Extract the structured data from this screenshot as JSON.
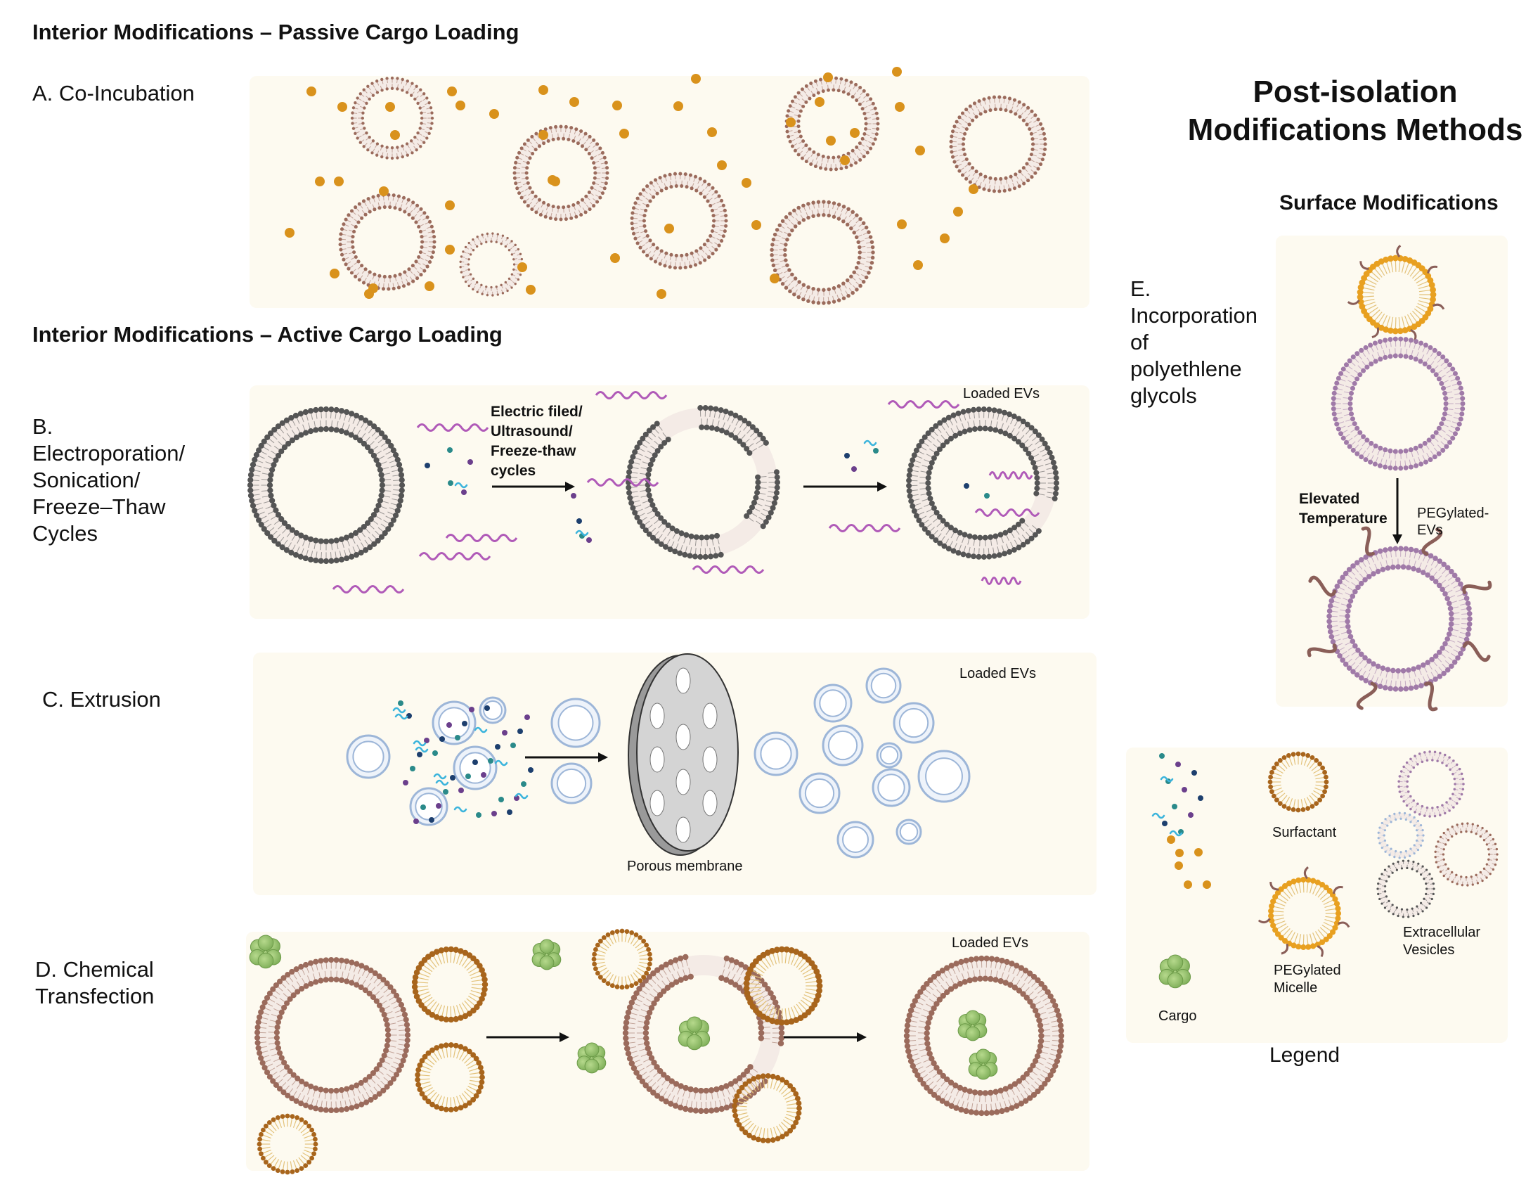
{
  "main_title": "Post-isolation\nModifications Methods",
  "passive": {
    "title": "Interior Modifications – Passive Cargo Loading",
    "a_label": "A. Co-Incubation"
  },
  "active": {
    "title": "Interior Modifications – Active Cargo Loading",
    "b_label": "B.\nElectroporation/\nSonication/\nFreeze–Thaw\nCycles",
    "b_step": "Electric filed/\nUltrasound/\nFreeze-thaw\ncycles",
    "b_loaded": "Loaded EVs",
    "c_label": "C. Extrusion",
    "c_membrane": "Porous membrane",
    "c_loaded": "Loaded EVs",
    "d_label": "D. Chemical\nTransfection",
    "d_loaded": "Loaded EVs"
  },
  "surface": {
    "title": "Surface Modifications",
    "e_label": "E.\nIncorporation\nof\npolyethlene\nglycols",
    "step": "Elevated\nTemperature",
    "result": "PEGylated-\nEVs"
  },
  "legend": {
    "caption": "Legend",
    "surfactant": "Surfactant",
    "micelle": "PEGylated\nMicelle",
    "vesicles": "Extracellular\nVesicles",
    "cargo": "Cargo"
  },
  "colors": {
    "panel_bg": "#fdfaf0",
    "ev_brown": "#9b6b5c",
    "cargo_orange": "#d9921c",
    "wave_purple": "#b05ab8",
    "ev_gray": "#555555",
    "ev_blue": "#9db6d8",
    "peg_lilac": "#a07aa8",
    "micelle_orange": "#e8a020",
    "cargo_green": "#8fbf6a"
  }
}
